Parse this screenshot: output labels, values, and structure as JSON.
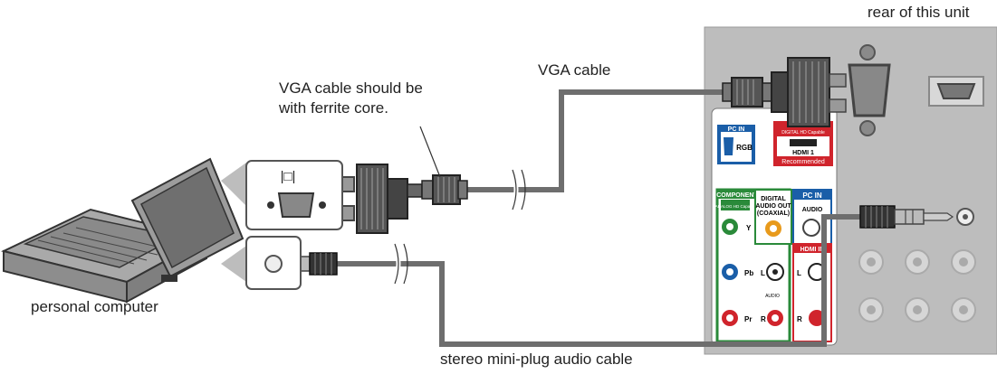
{
  "labels": {
    "rear_of_unit": "rear of this unit",
    "vga_cable": "VGA cable",
    "ferrite_note_line1": "VGA cable should be",
    "ferrite_note_line2": "with ferrite core.",
    "personal_computer": "personal computer",
    "audio_cable": "stereo mini-plug audio cable"
  },
  "panel": {
    "pc_in": "PC IN",
    "rgb": "RGB",
    "hdmi_in": "HDMI IN",
    "digital_hd": "DIGITAL HD Capable",
    "hdmi1": "HDMI 1",
    "recommended": "Recommended",
    "component": "COMPONENT",
    "analog_hd": "ANALOG HD Capable",
    "y": "Y",
    "pb": "Pb",
    "pr": "Pr",
    "digital_audio_1": "DIGITAL",
    "digital_audio_2": "AUDIO OUT",
    "digital_audio_3": "(COAXIAL)",
    "pc_in_2": "PC IN",
    "audio": "AUDIO",
    "audio_small": "AUDIO",
    "l": "L",
    "r": "R",
    "hdmi_in_2": "HDMI IN"
  },
  "pc_ports": {
    "monitor_symbol": "|□|"
  },
  "colors": {
    "panel_gray": "#bdbdbd",
    "cable_gray": "#6e6e6e",
    "pc_blue": "#1a5ea8",
    "hdmi_red": "#d0242c",
    "component_green": "#2a8a3a",
    "coax_orange": "#e89a1c"
  }
}
